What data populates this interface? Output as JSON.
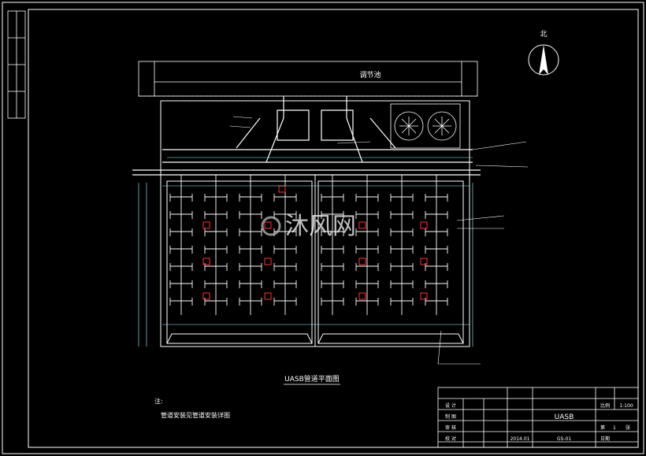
{
  "drawing": {
    "tank_label": "调节池",
    "main_title": "UASB管道平面图",
    "note_label": "注:",
    "note_text": "管道安装见管道安装详图",
    "north_label": "北",
    "watermark_text": "沐风网"
  },
  "title_block": {
    "project_name": "UASB",
    "scale_label": "比例",
    "scale_value": "1:100",
    "sheet_label": "第",
    "sheet_unit": "张",
    "sheet_value": "1",
    "row_labels": [
      "设 计",
      "制 图",
      "审 核",
      "校 对"
    ],
    "drawing_no": "GS-01",
    "date_label": "日期",
    "date_value": "2014.01"
  },
  "colors": {
    "line": "#ffffff",
    "accent": "#ff3030",
    "dim": "#99ffff"
  }
}
